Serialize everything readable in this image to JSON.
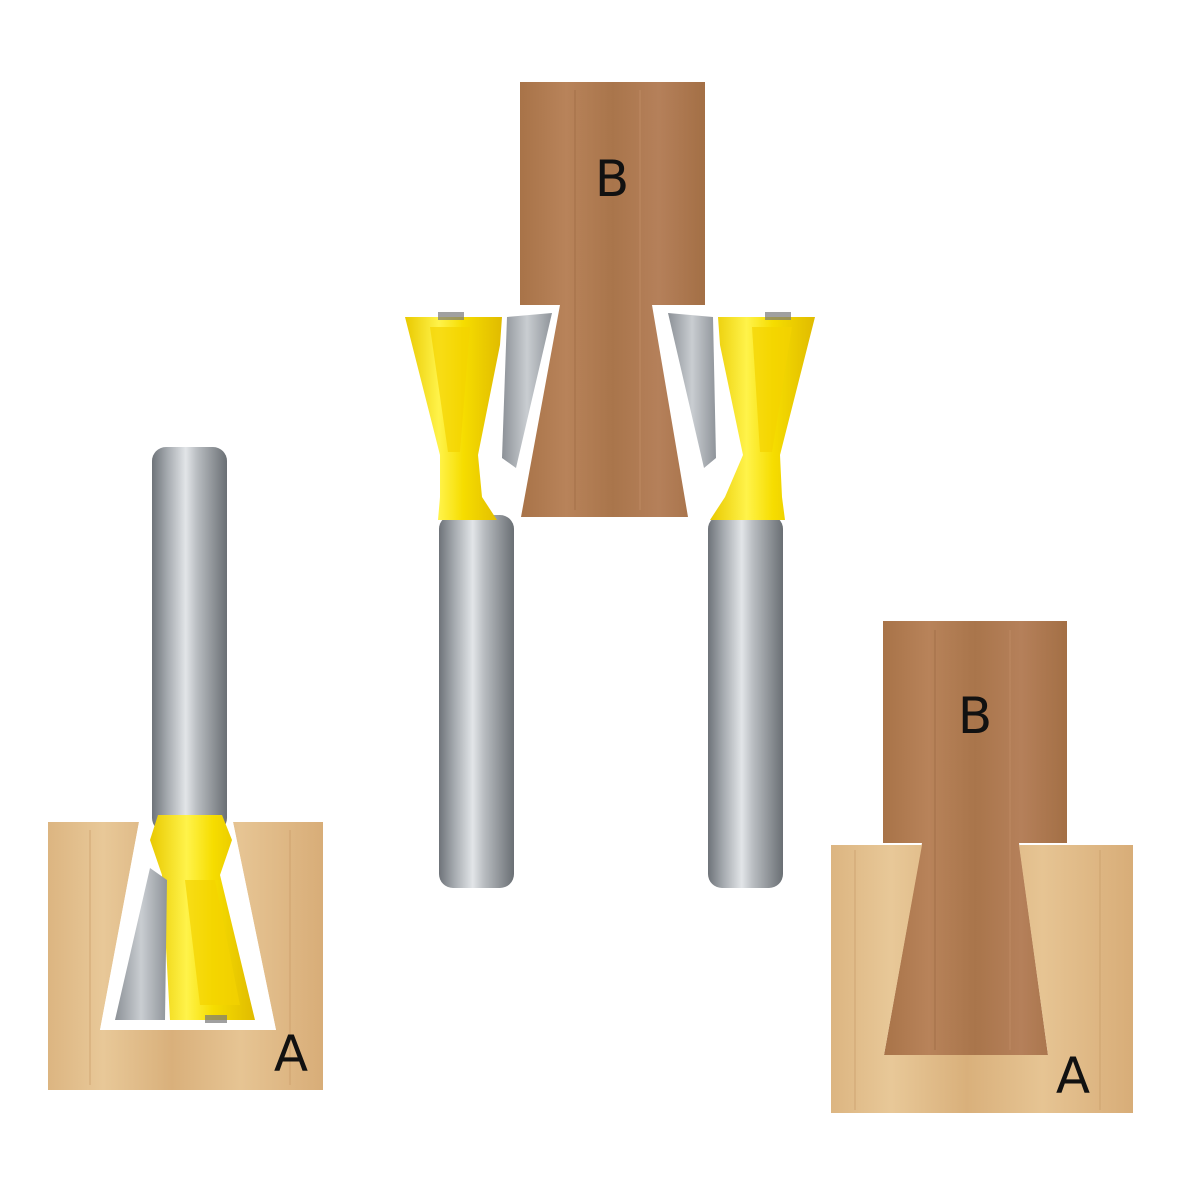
{
  "labels": {
    "center_top": "B",
    "right_top": "B",
    "left_bottom": "A",
    "right_bottom": "A"
  },
  "colors": {
    "light_wood": "#e2bf8e",
    "dark_wood": "#b07a4e",
    "cutter_yellow": "#f6e100",
    "shank_gray": "#9aa0a6",
    "blade_gray": "#a6abb1"
  }
}
